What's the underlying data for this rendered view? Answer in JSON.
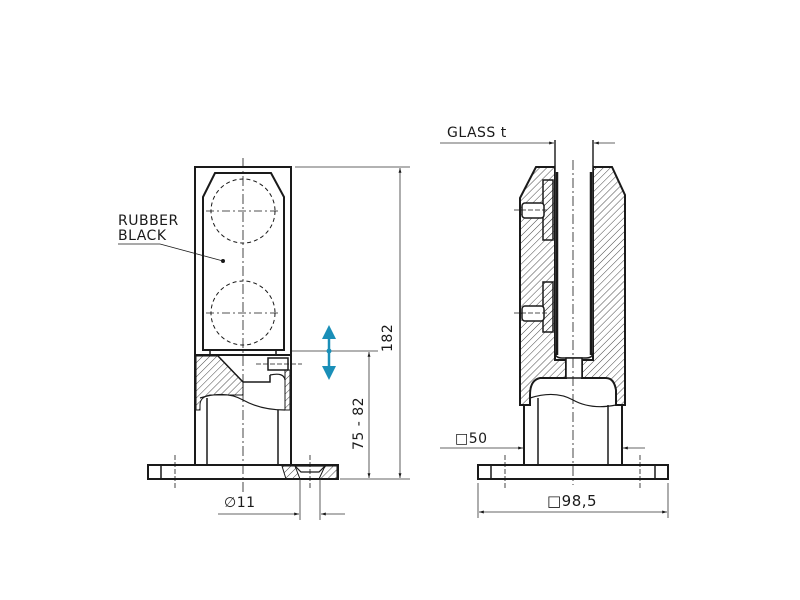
{
  "drawing": {
    "title": "Glass railing base shoe - technical drawing",
    "colors": {
      "line": "#1a1a1a",
      "thin": "#333333",
      "adjust_arrow": "#1a8fb8",
      "background": "#ffffff"
    }
  },
  "front_view": {
    "label_rubber_line1": "RUBBER",
    "label_rubber_line2": "BLACK",
    "dim_height_total": "182",
    "dim_height_adjust": "75 - 82",
    "dim_hole_diameter": "∅11",
    "adjust_arrow_icon": "vertical-double-arrow"
  },
  "side_view": {
    "label_glass": "GLASS t",
    "dim_tube": "□50",
    "dim_base": "□98,5"
  }
}
